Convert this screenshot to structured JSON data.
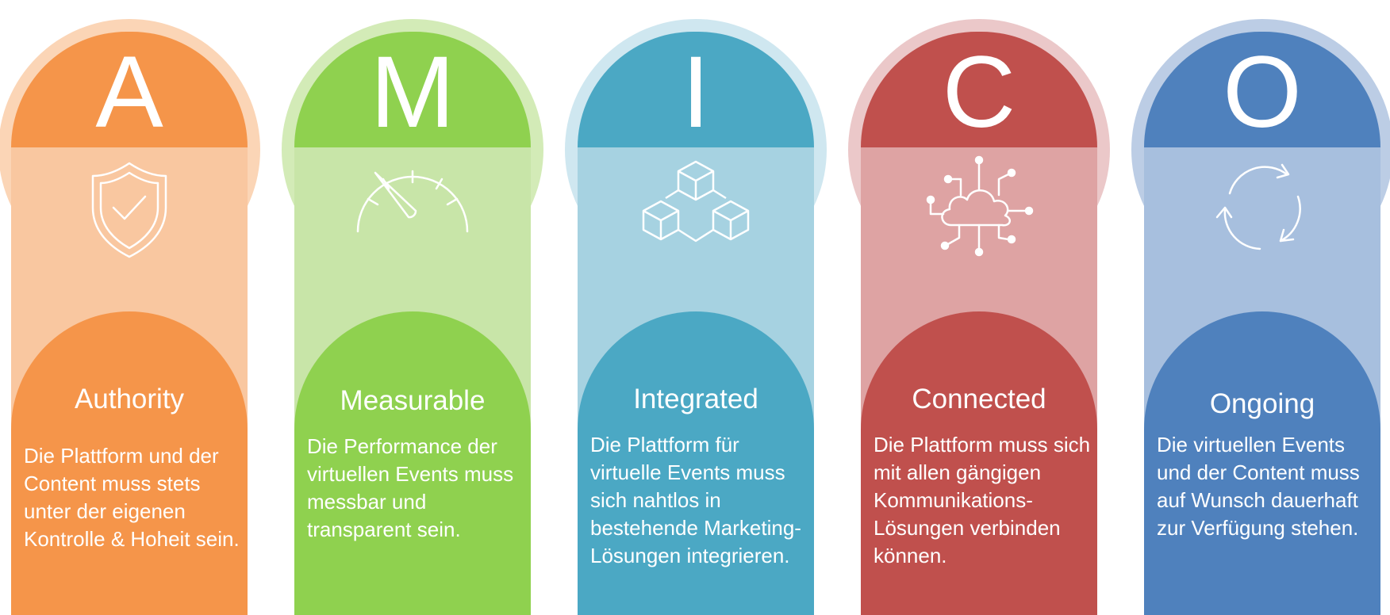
{
  "pillars": [
    {
      "letter": "A",
      "name": "Authority",
      "description": "Die Plattform und der Content muss stets unter der eigenen Kontrolle & Hoheit sein.",
      "icon": "shield-check-icon",
      "colors": {
        "main": "#F5954A",
        "light": "#F9C7A0",
        "pale": "#FBD5B6"
      }
    },
    {
      "letter": "M",
      "name": "Measurable",
      "description": "Die Performance der virtuellen Events muss messbar und transparent sein.",
      "icon": "speedometer-icon",
      "colors": {
        "main": "#8FD14F",
        "light": "#C8E5A8",
        "pale": "#D3EBB7"
      }
    },
    {
      "letter": "I",
      "name": "Integrated",
      "description": "Die Plattform für virtuelle Events muss sich nahtlos in bestehende Marketing-Lösungen integrieren.",
      "icon": "cubes-icon",
      "colors": {
        "main": "#4BA8C4",
        "light": "#A6D2E1",
        "pale": "#CFE7F0"
      }
    },
    {
      "letter": "C",
      "name": "Connected",
      "description": "Die Plattform muss sich mit allen gängigen Kommunikations-Lösungen verbinden können.",
      "icon": "cloud-network-icon",
      "colors": {
        "main": "#C0504D",
        "light": "#DEA3A3",
        "pale": "#EBC8C9"
      }
    },
    {
      "letter": "O",
      "name": "Ongoing",
      "description": "Die virtuellen Events und der Content muss auf Wunsch dauerhaft zur Verfügung stehen.",
      "icon": "refresh-cycle-icon",
      "colors": {
        "main": "#4F81BD",
        "light": "#A7BFDE",
        "pale": "#BCCDE5"
      }
    }
  ]
}
